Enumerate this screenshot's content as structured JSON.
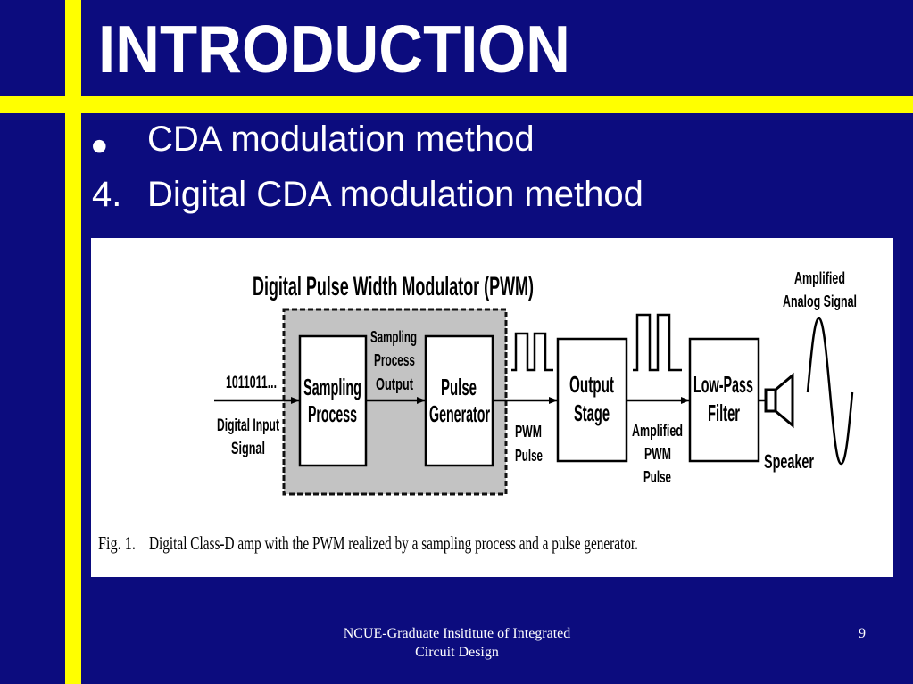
{
  "theme": {
    "background": "#0c0c7e",
    "accent_bar": "#ffff00",
    "text": "#ffffff"
  },
  "slide": {
    "title": "INTRODUCTION",
    "bullets": [
      {
        "marker": "●",
        "text": "CDA modulation method"
      },
      {
        "marker": "4.",
        "text": "Digital CDA modulation method"
      }
    ]
  },
  "figure": {
    "diagram_title": "Digital Pulse Width Modulator (PWM)",
    "input": {
      "bits": "1011011...",
      "label": [
        "Digital Input",
        "Signal"
      ]
    },
    "blocks": {
      "sampling_process": [
        "Sampling",
        "Process"
      ],
      "pulse_generator": [
        "Pulse",
        "Generator"
      ],
      "output_stage": [
        "Output",
        "Stage"
      ],
      "low_pass_filter": [
        "Low-Pass",
        "Filter"
      ]
    },
    "signal_labels": {
      "sampling_process_output": [
        "Sampling",
        "Process",
        "Output"
      ],
      "pwm_pulse": [
        "PWM",
        "Pulse"
      ],
      "amplified_pwm_pulse": [
        "Amplified",
        "PWM",
        "Pulse"
      ],
      "amplified_analog_signal": [
        "Amplified",
        "Analog Signal"
      ]
    },
    "speaker": {
      "label": "Speaker",
      "icon": "speaker-icon"
    },
    "caption": {
      "number": "Fig. 1.",
      "text": "Digital Class-D amp with the PWM realized by a sampling process and a pulse generator."
    }
  },
  "footer": {
    "lines": [
      "NCUE-Graduate Insititute of Integrated",
      "Circuit Design"
    ],
    "page_number": "9"
  }
}
